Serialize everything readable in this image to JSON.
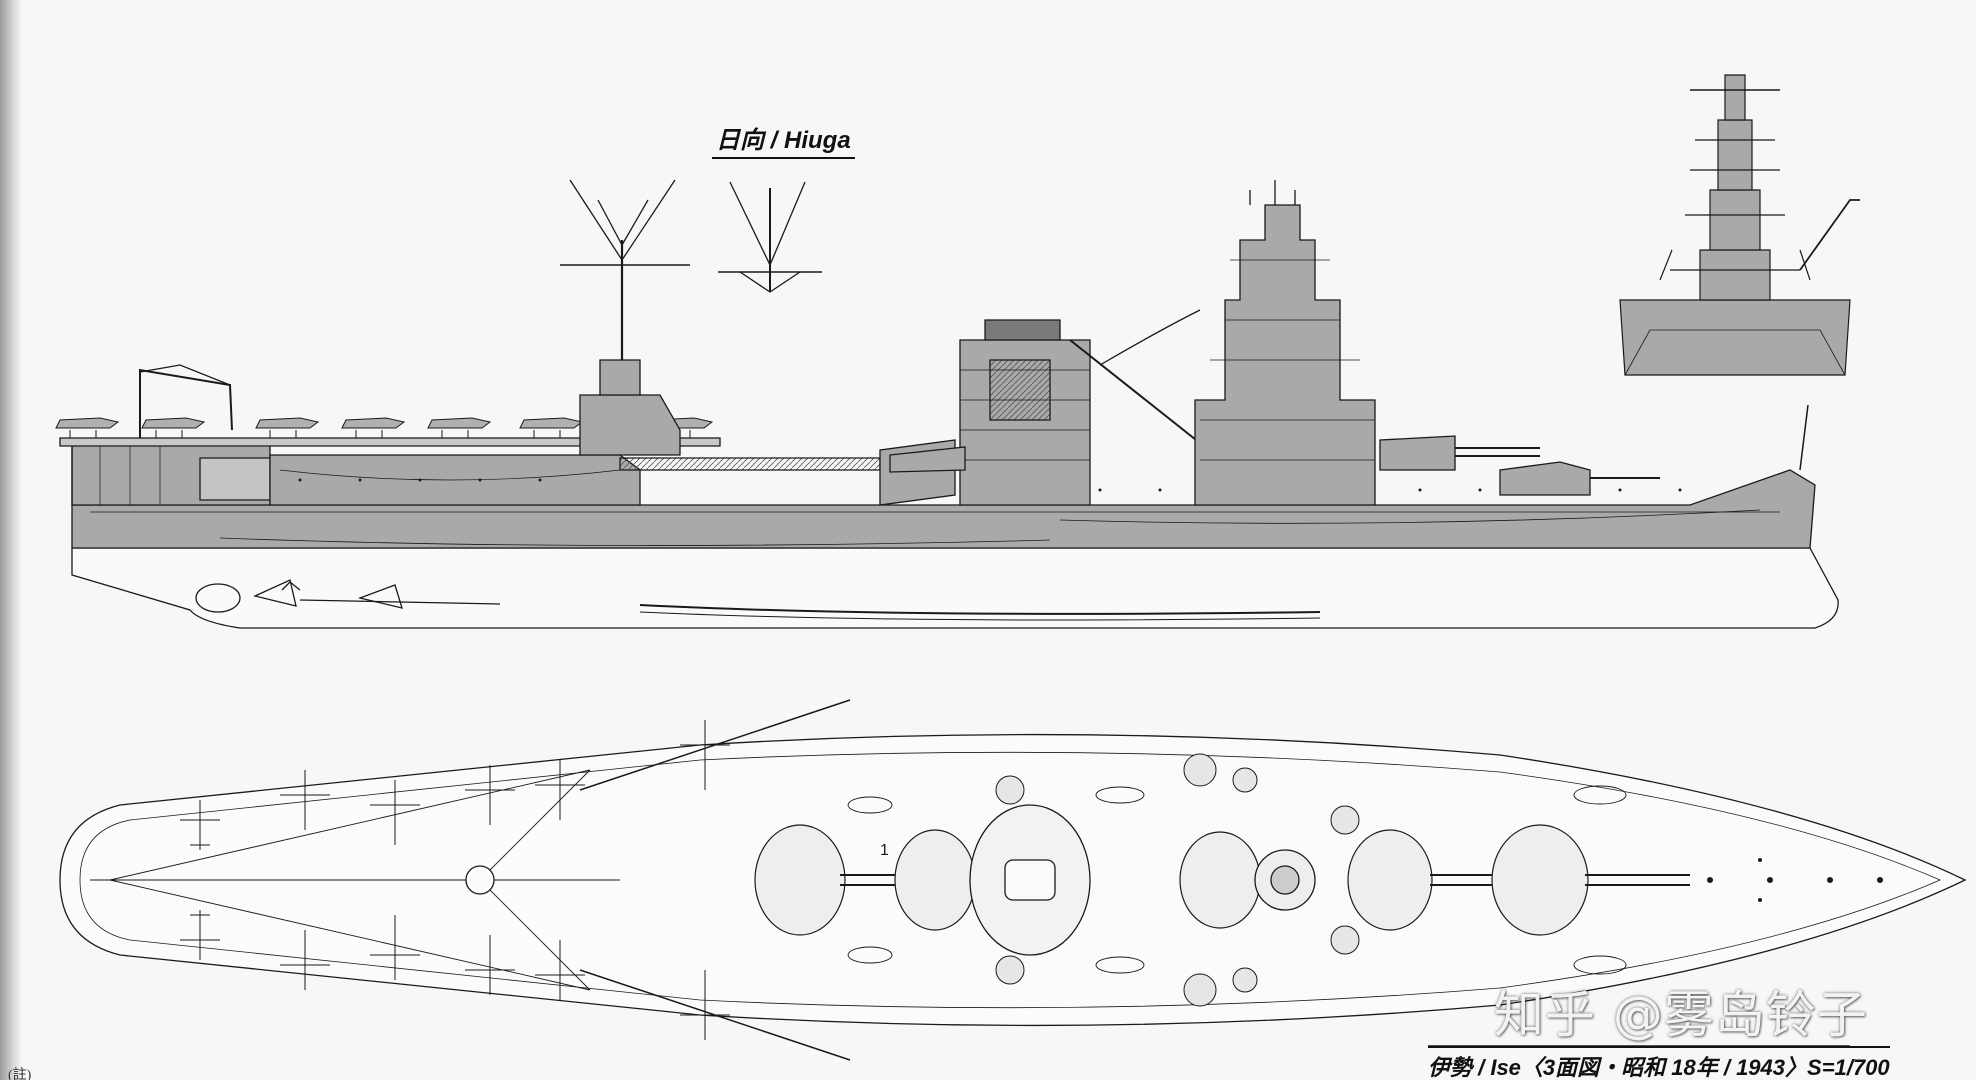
{
  "titles": {
    "side_view": "日向 / Hiuga",
    "top_view": "伊勢 / Ise〈3面図・昭和 18年 / 1943〉S=1/700"
  },
  "watermark": "知乎 @雾岛铃子",
  "footnote": "(註)",
  "colors": {
    "hull_gray": "#a9a9a9",
    "line_black": "#1a1a1a",
    "paper": "#f7f7f5"
  }
}
